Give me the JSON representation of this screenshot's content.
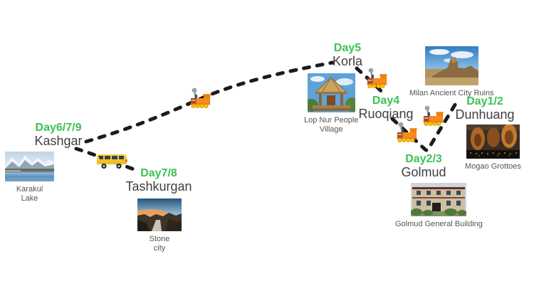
{
  "map": {
    "accent_green": "#3dc253",
    "city_text_color": "#3f3f3f",
    "caption_text_color": "#545454",
    "route_color": "#1b1b1b",
    "train_color": "#f68b1f",
    "van_color": "#f6ce3d"
  },
  "stops": [
    {
      "id": "dunhuang",
      "day_label": "Day1/2",
      "city": "Dunhuang"
    },
    {
      "id": "golmud",
      "day_label": "Day2/3",
      "city": "Golmud"
    },
    {
      "id": "ruoqiang",
      "day_label": "Day4",
      "city": "Ruoqiang"
    },
    {
      "id": "korla",
      "day_label": "Day5",
      "city": "Korla"
    },
    {
      "id": "kashgar",
      "day_label": "Day6/7/9",
      "city": "Kashgar"
    },
    {
      "id": "tashkurgan",
      "day_label": "Day7/8",
      "city": "Tashkurgan"
    }
  ],
  "photos": [
    {
      "id": "karakul-lake",
      "caption_line1": "Karakul",
      "caption_line2": "Lake"
    },
    {
      "id": "stone-city",
      "caption_line1": "Stone",
      "caption_line2": "city"
    },
    {
      "id": "lop-nur-village",
      "caption_line1": "Lop Nur People",
      "caption_line2": "Village"
    },
    {
      "id": "milan-ruins",
      "caption_line1": "Milan Ancient City Ruins",
      "caption_line2": ""
    },
    {
      "id": "mogao-grottoes",
      "caption_line1": "Mogao Grottoes",
      "caption_line2": ""
    },
    {
      "id": "golmud-building",
      "caption_line1": "Golmud General Building",
      "caption_line2": ""
    }
  ],
  "vehicles": {
    "train_icon": "steam-locomotive-icon",
    "van_icon": "minibus-icon",
    "train_count": 4,
    "van_count": 1
  }
}
